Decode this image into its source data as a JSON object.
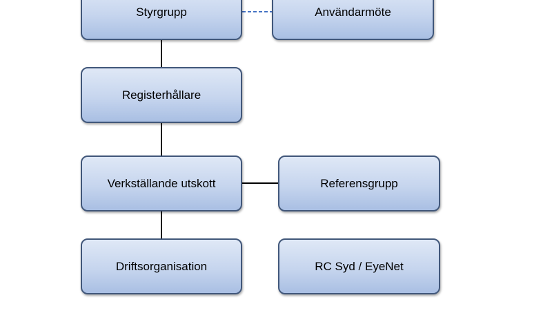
{
  "diagram": {
    "nodes": {
      "styrgrupp": "Styrgrupp",
      "anvandarmote": "Användarmöte",
      "registerhallare": "Registerhållare",
      "verkstallande": "Verkställande utskott",
      "referensgrupp": "Referensgrupp",
      "driftsorganisation": "Driftsorganisation",
      "rcsyd": "RC Syd / EyeNet"
    },
    "connectors": [
      {
        "from": "styrgrupp",
        "to": "anvandarmote",
        "style": "dashed"
      },
      {
        "from": "styrgrupp",
        "to": "registerhallare",
        "style": "solid"
      },
      {
        "from": "registerhallare",
        "to": "verkstallande",
        "style": "solid"
      },
      {
        "from": "verkstallande",
        "to": "referensgrupp",
        "style": "solid"
      },
      {
        "from": "verkstallande",
        "to": "driftsorganisation",
        "style": "solid"
      }
    ],
    "colors": {
      "box_border": "#41577a",
      "box_fill_top": "#dfe8f6",
      "box_fill_bottom": "#a9bfe3",
      "solid_line": "#000000",
      "dashed_line": "#4472c4"
    }
  }
}
